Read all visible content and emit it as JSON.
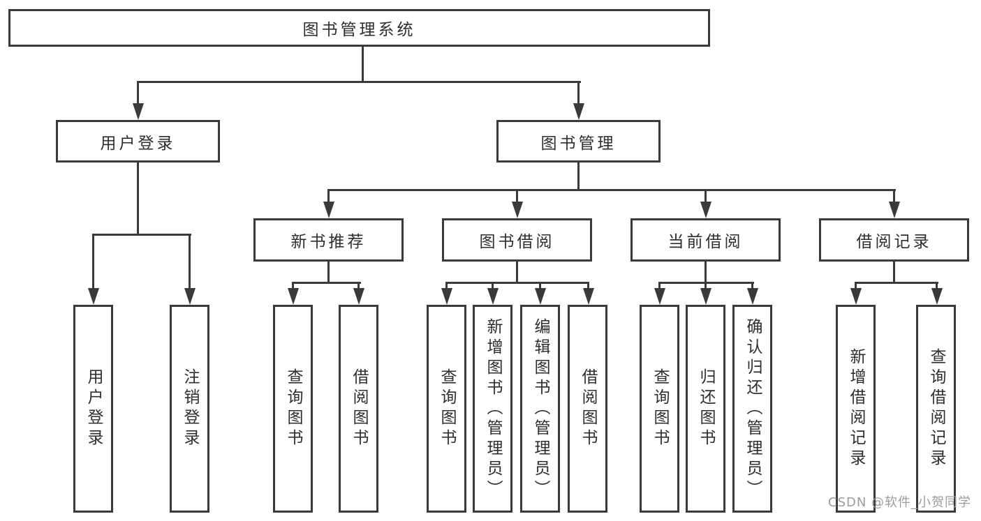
{
  "colors": {
    "line": "#3a3a3a",
    "text": "#2e2e2e",
    "box_background": "#ffffff",
    "watermark": "#9c9c9c"
  },
  "tree": {
    "root": {
      "label": "图书管理系统"
    },
    "branches": [
      {
        "label": "用户登录",
        "children": [
          {
            "label": "用户登录"
          },
          {
            "label": "注销登录"
          }
        ]
      },
      {
        "label": "图书管理",
        "children": [
          {
            "label": "新书推荐",
            "children": [
              {
                "label": "查询图书"
              },
              {
                "label": "借阅图书"
              }
            ]
          },
          {
            "label": "图书借阅",
            "children": [
              {
                "label": "查询图书"
              },
              {
                "label": "新增图书（管理员）"
              },
              {
                "label": "编辑图书（管理员）"
              },
              {
                "label": "借阅图书"
              }
            ]
          },
          {
            "label": "当前借阅",
            "children": [
              {
                "label": "查询图书"
              },
              {
                "label": "归还图书"
              },
              {
                "label": "确认归还（管理员）"
              }
            ]
          },
          {
            "label": "借阅记录",
            "children": [
              {
                "label": "新增借阅记录"
              },
              {
                "label": "查询借阅记录"
              }
            ]
          }
        ]
      }
    ]
  },
  "watermark": {
    "text": "CSDN @软件_小贺同学"
  }
}
